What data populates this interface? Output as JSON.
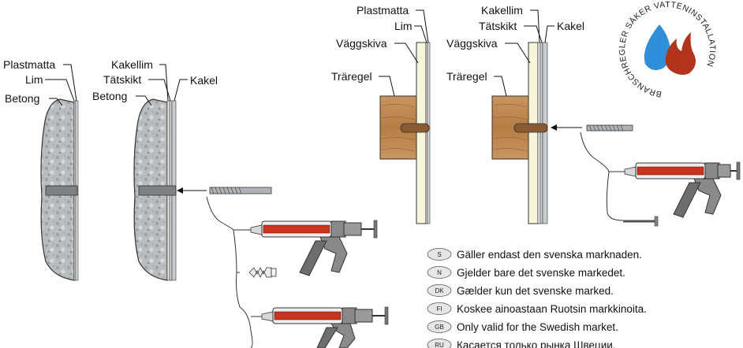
{
  "diagrams": {
    "concrete_simple": {
      "labels": [
        "Plastmatta",
        "Lim",
        "Betong"
      ]
    },
    "concrete_tiled": {
      "labels": [
        "Kakellim",
        "Tätskikt",
        "Betong",
        "Kakel"
      ]
    },
    "stud_simple": {
      "labels": [
        "Plastmatta",
        "Lim",
        "Väggskiva",
        "Träregel"
      ]
    },
    "stud_tiled": {
      "labels": [
        "Kakellim",
        "Tätskikt",
        "Kakel",
        "Väggskiva",
        "Träregel"
      ]
    }
  },
  "logo": {
    "ring_text": "BRANSCHREGLER SÄKER VATTENINSTALLATION",
    "colors": {
      "water": "#2f8fd8",
      "fire": "#b3341c"
    }
  },
  "notes": [
    {
      "code": "S",
      "text": "Gäller endast den svenska marknaden."
    },
    {
      "code": "N",
      "text": "Gjelder bare det svenske markedet."
    },
    {
      "code": "DK",
      "text": "Gælder kun det svenske marked."
    },
    {
      "code": "FI",
      "text": "Koskee ainoastaan Ruotsin markkinoita."
    },
    {
      "code": "GB",
      "text": "Only valid for the Swedish market."
    },
    {
      "code": "RU",
      "text": "Касается только рынка Швеции."
    }
  ],
  "colors": {
    "concrete": "#b9bdc0",
    "wood": "#c08850",
    "board": "#f7f5dc",
    "tile": "#c9cccf",
    "gun_body": "#8a8a8a",
    "cartridge": "#c8341f"
  }
}
